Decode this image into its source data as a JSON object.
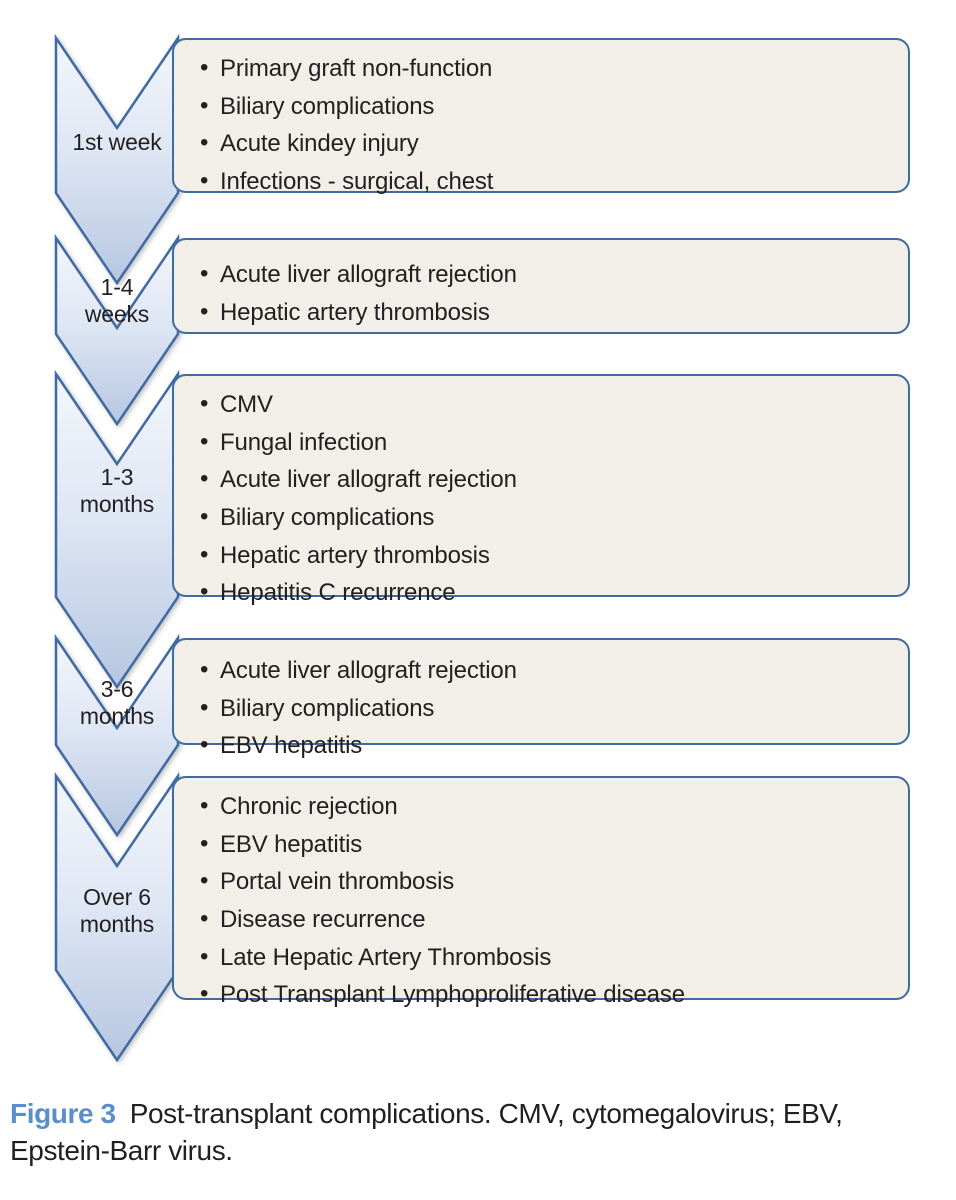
{
  "figure": {
    "caption_label": "Figure 3",
    "caption_text": "Post-transplant complications. CMV, cytomegalovirus; EBV, Epstein-Barr virus."
  },
  "colors": {
    "chevron_fill_top": "#edf1f8",
    "chevron_fill_bottom": "#b9c8e2",
    "chevron_stroke": "#3f6ba3",
    "box_fill": "#f1efe7",
    "box_stroke": "#3f6ba3",
    "caption_accent": "#5b8fc9",
    "text": "#231f20"
  },
  "stages": [
    {
      "id": "1st-week",
      "label": "1st week",
      "label_lines": [
        "1st week"
      ],
      "items": [
        "Primary graft non-function",
        "Biliary complications",
        "Acute kindey injury",
        "Infections - surgical, chest"
      ]
    },
    {
      "id": "1-4-weeks",
      "label": "1-4 weeks",
      "label_lines": [
        "1-4",
        "weeks"
      ],
      "items": [
        "Acute liver allograft rejection",
        "Hepatic artery thrombosis"
      ]
    },
    {
      "id": "1-3-months",
      "label": "1-3 months",
      "label_lines": [
        "1-3",
        "months"
      ],
      "items": [
        "CMV",
        "Fungal infection",
        "Acute liver allograft rejection",
        "Biliary complications",
        "Hepatic artery thrombosis",
        "Hepatitis C recurrence"
      ]
    },
    {
      "id": "3-6-months",
      "label": "3-6 months",
      "label_lines": [
        "3-6",
        "months"
      ],
      "items": [
        "Acute liver allograft rejection",
        "Biliary complications",
        "EBV hepatitis"
      ]
    },
    {
      "id": "over-6-months",
      "label": "Over 6 months",
      "label_lines": [
        "Over 6",
        "months"
      ],
      "items": [
        "Chronic rejection",
        "EBV hepatitis",
        "Portal vein thrombosis",
        "Disease recurrence",
        "Late Hepatic Artery Thrombosis",
        "Post Transplant Lymphoproliferative disease"
      ]
    }
  ]
}
